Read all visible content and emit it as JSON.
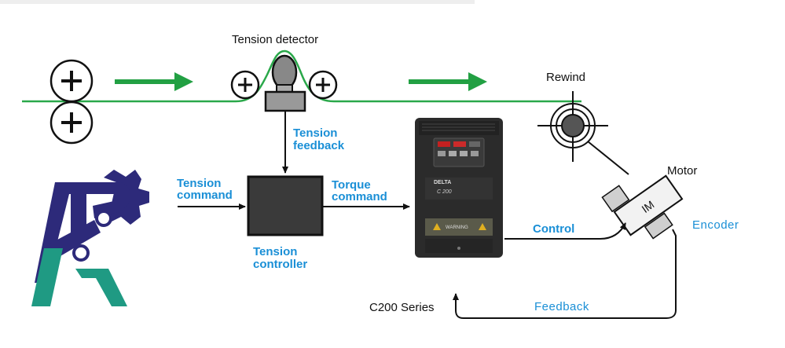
{
  "diagram": {
    "labels": {
      "tension_detector": "Tension detector",
      "rewind": "Rewind",
      "motor": "Motor",
      "tension_feedback": [
        "Tension",
        "feedback"
      ],
      "tension_command": [
        "Tension",
        "command"
      ],
      "torque_command": [
        "Torque",
        "command"
      ],
      "tension_controller": [
        "Tension",
        "controller"
      ],
      "control": "Control",
      "encoder": "Encoder",
      "feedback": "Feedback",
      "series": "C200 Series",
      "im": "IM",
      "drive_brand": "DELTA",
      "drive_model": "C 200",
      "drive_warning": "WARNING"
    },
    "colors": {
      "web_line": "#2aa84a",
      "arrow_green": "#22a043",
      "label_blue": "#1a8fd6",
      "logo_navy": "#2d2a7a",
      "logo_teal": "#1f9a83",
      "drive_body": "#2b2b2b"
    },
    "icons": [
      "plus-roller-icon",
      "rewind-reel-icon",
      "logo-icon"
    ]
  }
}
